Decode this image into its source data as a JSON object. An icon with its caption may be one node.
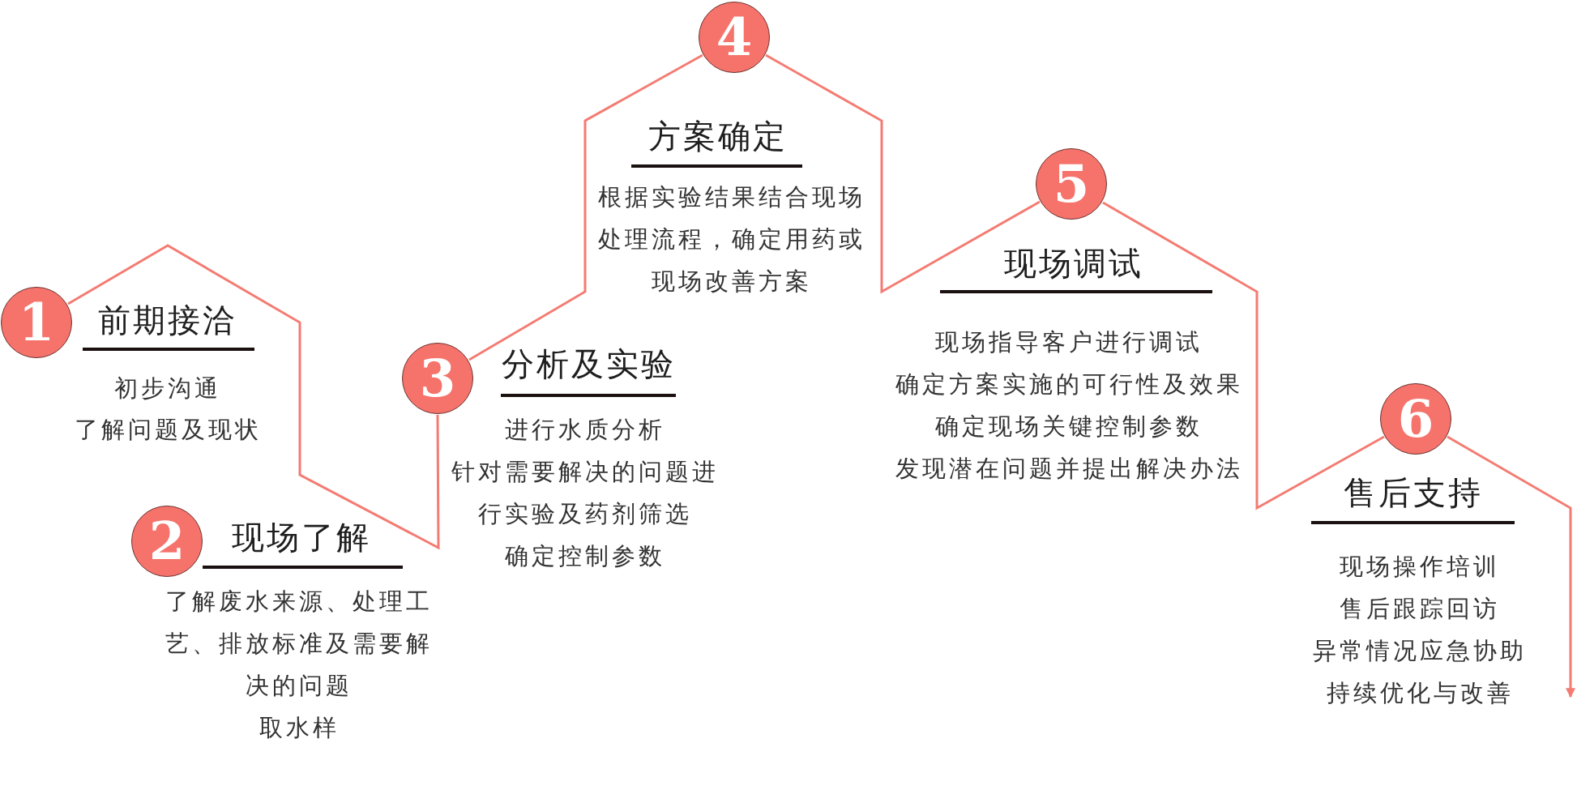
{
  "diagram": {
    "nodes": [
      {
        "text": [
          "1"
        ],
        "beside": [
          "前期接洽",
          "初步沟通",
          "了解问题及现状"
        ]
      },
      {
        "text": [
          "2"
        ],
        "beside": [
          "现场了解",
          "了解废水来源、处理工艺、排放标准及需要解决的问题",
          "取水样"
        ]
      },
      {
        "text": [
          "3"
        ],
        "beside": [
          "分析及实验",
          "进行水质分析",
          "针对需要解决的问题进行实验及药剂筛选",
          "确定控制参数"
        ]
      },
      {
        "text": [
          "4"
        ],
        "beside": [
          "方案确定",
          "根据实验结果结合现场处理流程，确定用药或现场改善方案"
        ]
      },
      {
        "text": [
          "5"
        ],
        "beside": [
          "现场调试",
          "现场指导客户进行调试",
          "确定方案实施的可行性及效果",
          "确定现场关键控制参数",
          "发现潜在问题并提出解决办法"
        ]
      },
      {
        "text": [
          "6"
        ],
        "beside": [
          "售后支持",
          "现场操作培训",
          "售后跟踪回访",
          "异常情况应急协助",
          "持续优化与改善"
        ]
      }
    ],
    "edges": [
      {
        "from": 0,
        "to": 2,
        "arrow": "none"
      },
      {
        "from": 2,
        "to": 3,
        "arrow": "none"
      },
      {
        "from": 3,
        "to": 4,
        "arrow": "none"
      },
      {
        "from": 4,
        "to": 5,
        "arrow": "none"
      },
      {
        "from": 5,
        "to": null,
        "arrow": "to"
      }
    ]
  }
}
